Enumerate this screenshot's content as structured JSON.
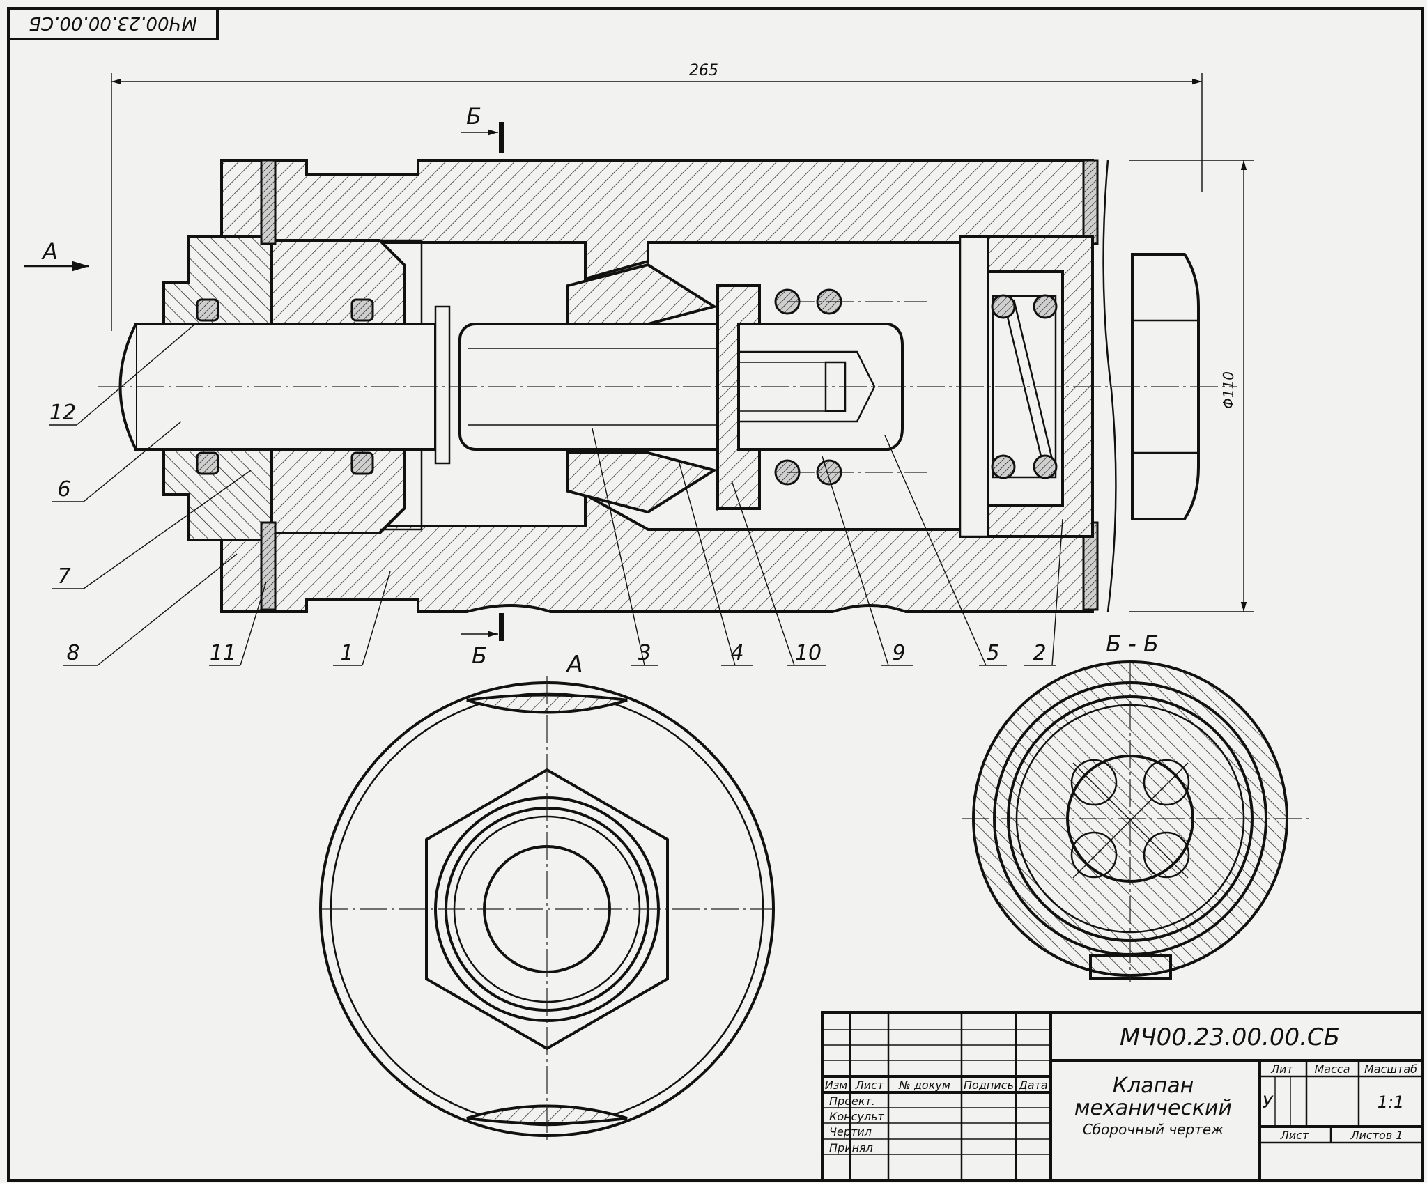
{
  "stamp_code_top": "МЧ00.23.00.00.СБ",
  "dimensions": {
    "length": "265",
    "diameter": "Φ110"
  },
  "view_labels": {
    "view_arrow": "А",
    "view_title": "А",
    "section_mark_top": "Б",
    "section_mark_bottom": "Б",
    "section_title": "Б - Б"
  },
  "callouts": [
    "12",
    "6",
    "7",
    "8",
    "11",
    "1",
    "3",
    "4",
    "10",
    "9",
    "5",
    "2"
  ],
  "title_block": {
    "document_code": "МЧ00.23.00.00.СБ",
    "name_line1": "Клапан",
    "name_line2": "механический",
    "doc_type": "Сборочный чертеж",
    "col_izm": "Изм",
    "col_list": "Лист",
    "col_doc": "№ докум",
    "col_sign": "Подпись",
    "col_date": "Дата",
    "row_project": "Проект.",
    "row_consult": "Консульт",
    "row_drawn": "Чертил",
    "row_accepted": "Принял",
    "lit_header": "Лит",
    "mass_header": "Масса",
    "scale_header": "Масштаб",
    "lit_value": "У",
    "scale_value": "1:1",
    "sheet_label": "Лист",
    "sheets_label": "Листов 1"
  }
}
